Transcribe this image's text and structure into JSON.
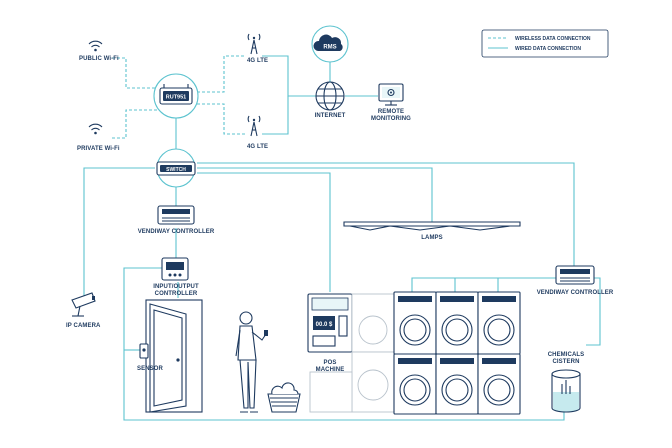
{
  "legend": {
    "wireless": "WIRELESS DATA CONNECTION",
    "wired": "WIRED DATA CONNECTION"
  },
  "labels": {
    "public_wifi": "PUBLIC Wi-Fi",
    "private_wifi": "PRIVATE Wi-Fi",
    "router": "RUT951",
    "lte_top": "4G LTE",
    "lte_bottom": "4G LTE",
    "rms": "RMS",
    "internet": "INTERNET",
    "remote_1": "REMOTE",
    "remote_2": "MONITORING",
    "switch": "SWITCH",
    "vendiway_top": "VENDIWAY CONTROLLER",
    "lamps": "LAMPS",
    "io_1": "INPUT/OUTPUT",
    "io_2": "CONTROLLER",
    "ip_camera": "IP CAMERA",
    "sensor": "SENSOR",
    "pos_screen": "00.0 $",
    "pos_1": "POS",
    "pos_2": "MACHINE",
    "vendiway_right": "VENDIWAY CONTROLLER",
    "chem_1": "CHEMICALS",
    "chem_2": "CISTERN"
  },
  "colors": {
    "ink": "#1e3a5f",
    "wire": "#5cc3cf",
    "light": "#b9c3cc"
  }
}
